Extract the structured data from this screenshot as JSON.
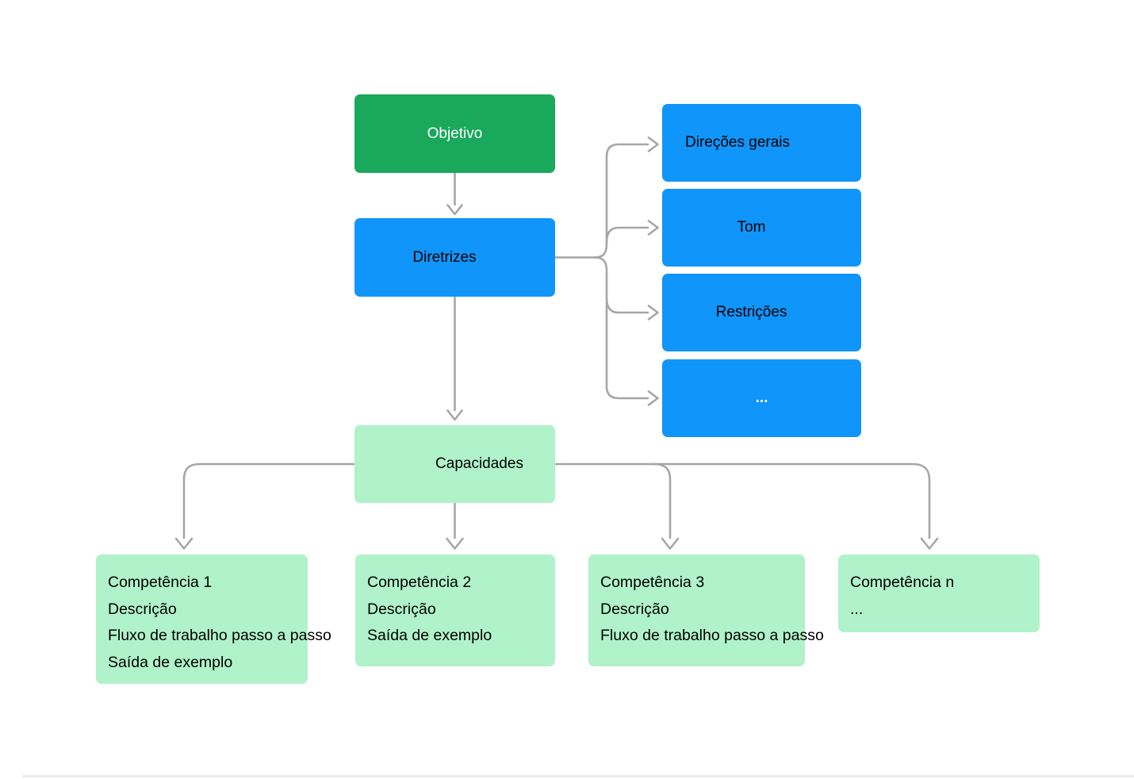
{
  "colors": {
    "objective_green": "#1aa85c",
    "directive_blue": "#1095fa",
    "capability_green": "#b0f2c9",
    "connector_gray": "#a6a6a6",
    "text_dark": "#000000",
    "text_light": "#ffffff",
    "divider_gray": "#ececec"
  },
  "flowchart": {
    "objetivo": "Objetivo",
    "diretrizes": "Diretrizes",
    "diretriz_items": [
      {
        "label": "Direções gerais"
      },
      {
        "label": "Tom"
      },
      {
        "label": "Restrições"
      },
      {
        "label": "..."
      }
    ],
    "capacidades": "Capacidades",
    "competencias": [
      {
        "lines": [
          "Competência 1",
          "Descrição",
          "Fluxo de trabalho passo a passo",
          "Saída de exemplo"
        ]
      },
      {
        "lines": [
          "Competência 2",
          "Descrição",
          "Saída de exemplo"
        ]
      },
      {
        "lines": [
          "Competência 3",
          "Descrição",
          "Fluxo de trabalho passo a passo"
        ]
      },
      {
        "lines": [
          "Competência n",
          "..."
        ]
      }
    ]
  }
}
